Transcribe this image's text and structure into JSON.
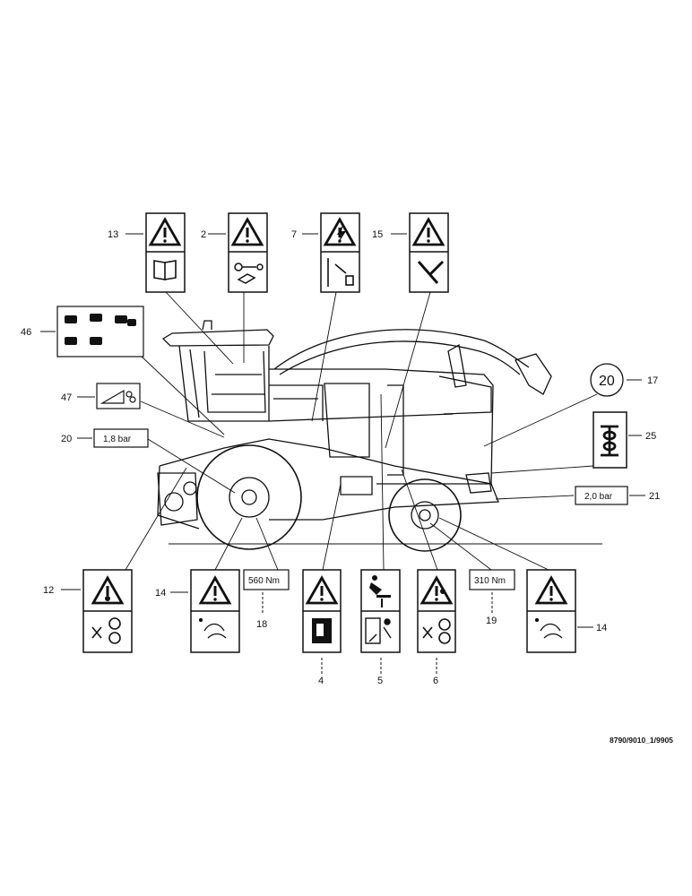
{
  "callouts": {
    "n13": "13",
    "n2": "2",
    "n7": "7",
    "n15": "15",
    "n46": "46",
    "n47": "47",
    "n20": "20",
    "n17": "17",
    "n25": "25",
    "n21": "21",
    "n12": "12",
    "n14a": "14",
    "n18": "18",
    "n4": "4",
    "n5": "5",
    "n6": "6",
    "n19": "19",
    "n14b": "14"
  },
  "labels": {
    "pressure_front": "1,8 bar",
    "pressure_rear": "2,0 bar",
    "torque_front": "560 Nm",
    "torque_rear": "310 Nm",
    "speed_circle": "20"
  },
  "drawing_ref": "8790/9010_1/9905",
  "icons": {
    "warning": "warning-triangle-icon",
    "flash": "electric-shock-icon",
    "book": "manual-book-icon",
    "key": "ignition-key-icon",
    "wrench": "wrench-icon",
    "chain": "lifting-chain-icon",
    "fall": "fall-hazard-icon",
    "hand": "hand-crush-icon",
    "fan": "rotating-parts-icon",
    "battery": "battery-icon"
  },
  "colors": {
    "ink": "#111111",
    "paper": "#ffffff"
  }
}
